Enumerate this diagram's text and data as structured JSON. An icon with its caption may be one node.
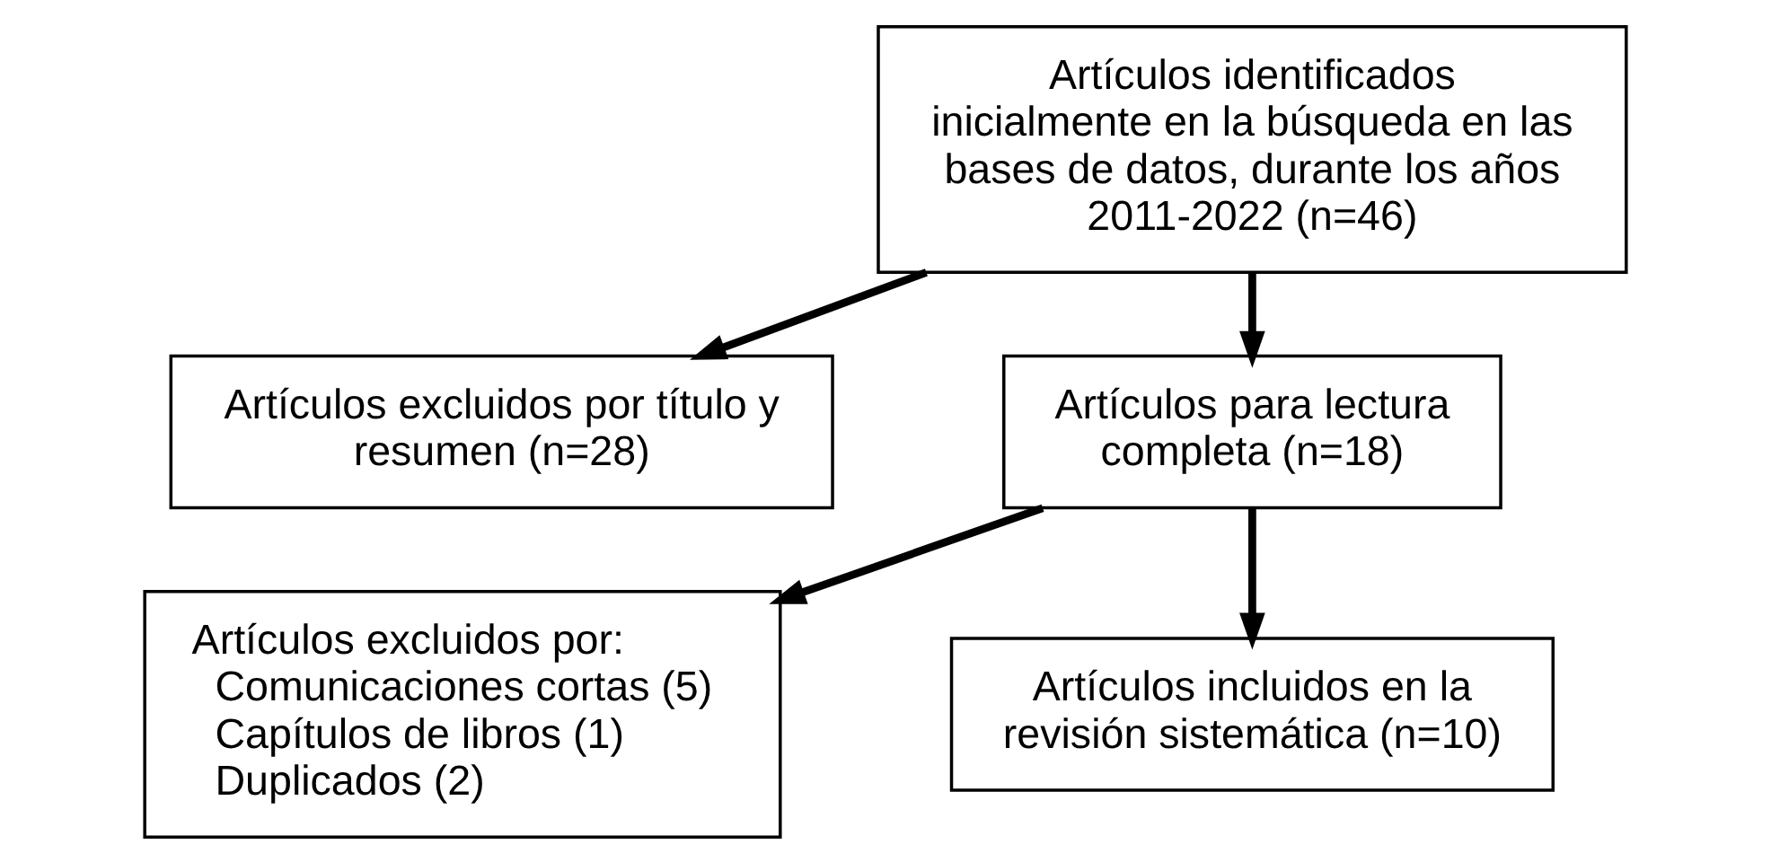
{
  "diagram": {
    "nodes": [
      {
        "text": [
          "Artículos identificados inicialmente en la búsqueda en las bases de datos, durante los años 2011-2022 (n=46)"
        ]
      },
      {
        "text": [
          "Artículos excluidos por título y resumen (n=28)"
        ]
      },
      {
        "text": [
          "Artículos para lectura completa (n=18)"
        ]
      },
      {
        "text": [
          "Artículos excluidos por:",
          "Comunicaciones cortas (5)",
          "Capítulos de libros (1)",
          "Duplicados (2)"
        ]
      },
      {
        "text": [
          "Artículos incluidos en la revisión sistemática (n=10)"
        ]
      }
    ],
    "edges": [
      {
        "from": 0,
        "to": 2,
        "arrow": "to"
      },
      {
        "from": 0,
        "to": 1,
        "arrow": "to"
      },
      {
        "from": 2,
        "to": 4,
        "arrow": "to"
      },
      {
        "from": 2,
        "to": 3,
        "arrow": "to"
      }
    ]
  }
}
